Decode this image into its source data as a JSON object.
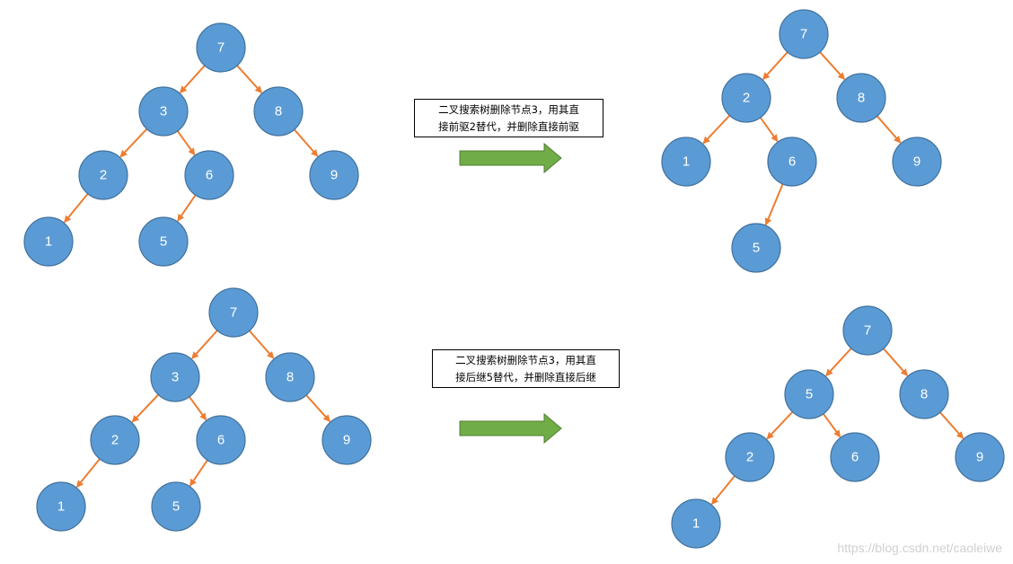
{
  "colors": {
    "node_fill": "#5b9bd5",
    "node_stroke": "#41719c",
    "edge": "#ed7d31",
    "arrow_fill": "#70ad47",
    "arrow_stroke": "#507e32",
    "label": "#ffffff"
  },
  "captions": {
    "predecessor": {
      "line1": "二叉搜索树删除节点3，用其直",
      "line2": "接前驱2替代，并删除直接前驱"
    },
    "successor": {
      "line1": "二叉搜索树删除节点3，用其直",
      "line2": "接后继5替代，并删除直接后继"
    }
  },
  "trees": {
    "predecessor_before": {
      "nodes": {
        "7": "7",
        "3": "3",
        "8": "8",
        "2": "2",
        "6": "6",
        "9": "9",
        "1": "1",
        "5": "5"
      },
      "edges": [
        [
          "7",
          "3"
        ],
        [
          "7",
          "8"
        ],
        [
          "3",
          "2"
        ],
        [
          "3",
          "6"
        ],
        [
          "8",
          "9"
        ],
        [
          "2",
          "1"
        ],
        [
          "6",
          "5"
        ]
      ]
    },
    "predecessor_after": {
      "nodes": {
        "7": "7",
        "2": "2",
        "8": "8",
        "1": "1",
        "6": "6",
        "9": "9",
        "5": "5"
      },
      "edges": [
        [
          "7",
          "2"
        ],
        [
          "7",
          "8"
        ],
        [
          "2",
          "1"
        ],
        [
          "2",
          "6"
        ],
        [
          "8",
          "9"
        ],
        [
          "6",
          "5"
        ]
      ]
    },
    "successor_before": {
      "nodes": {
        "7": "7",
        "3": "3",
        "8": "8",
        "2": "2",
        "6": "6",
        "9": "9",
        "1": "1",
        "5": "5"
      },
      "edges": [
        [
          "7",
          "3"
        ],
        [
          "7",
          "8"
        ],
        [
          "3",
          "2"
        ],
        [
          "3",
          "6"
        ],
        [
          "8",
          "9"
        ],
        [
          "2",
          "1"
        ],
        [
          "6",
          "5"
        ]
      ]
    },
    "successor_after": {
      "nodes": {
        "7": "7",
        "5": "5",
        "8": "8",
        "2": "2",
        "6": "6",
        "9": "9",
        "1": "1"
      },
      "edges": [
        [
          "7",
          "5"
        ],
        [
          "7",
          "8"
        ],
        [
          "5",
          "2"
        ],
        [
          "5",
          "6"
        ],
        [
          "8",
          "9"
        ],
        [
          "2",
          "1"
        ]
      ]
    }
  },
  "watermark": "https://blog.csdn.net/caoleiwe"
}
